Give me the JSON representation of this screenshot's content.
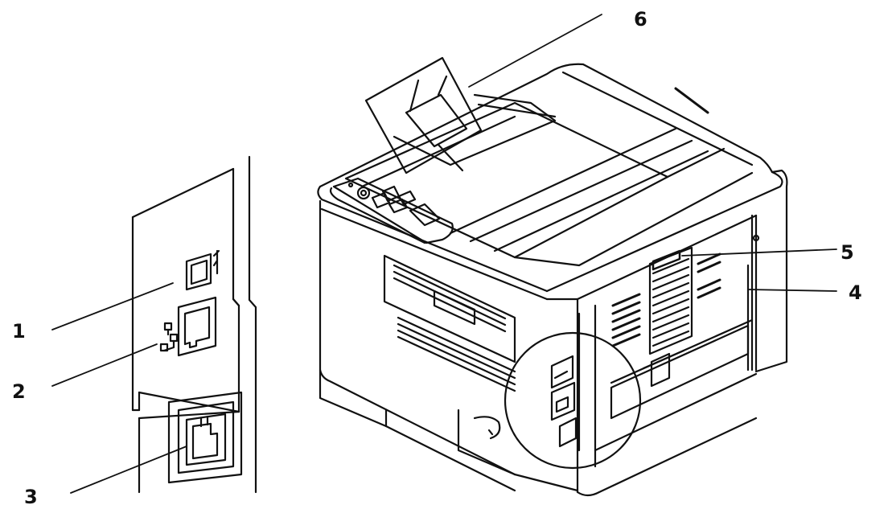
{
  "callouts": [
    {
      "id": "1",
      "label": "1"
    },
    {
      "id": "2",
      "label": "2"
    },
    {
      "id": "3",
      "label": "3"
    },
    {
      "id": "4",
      "label": "4"
    },
    {
      "id": "5",
      "label": "5"
    },
    {
      "id": "6",
      "label": "6"
    }
  ],
  "colors": {
    "line": "#111111",
    "background": "#ffffff"
  },
  "icons": [
    "usb-icon",
    "network-icon",
    "power-socket-icon",
    "control-panel-icon"
  ]
}
